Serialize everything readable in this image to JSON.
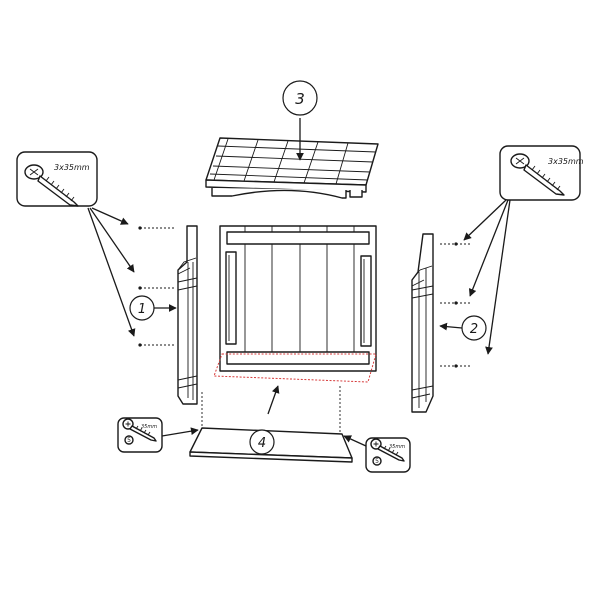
{
  "callouts": {
    "side_left": "1",
    "side_right": "2",
    "top": "3",
    "bottom": "4"
  },
  "screws": {
    "large_label": "3x35mm",
    "small_label": "35mm",
    "small_badge": "5"
  },
  "colors": {
    "line": "#1a1a1a",
    "highlight": "#d63a3a"
  }
}
